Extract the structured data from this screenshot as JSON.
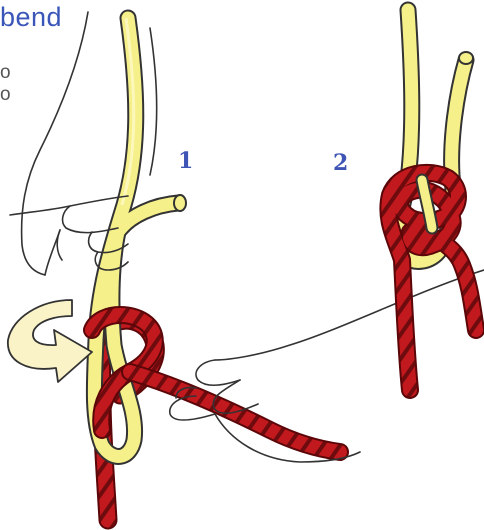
{
  "header": {
    "title_fragment": "bend",
    "line1": "o",
    "line2": "o"
  },
  "steps": {
    "step1": "1",
    "step2": "2"
  },
  "colors": {
    "title": "#3a56b8",
    "step_number": "#3f55b5",
    "yellow_rope": "#f6f08a",
    "red_rope": "#c1191d",
    "arrow_fill": "#fbf3c8",
    "outline": "#333333"
  },
  "icons": {
    "hand_upper": "hand-icon",
    "hand_lower": "hand-icon",
    "rotate_arrow": "curved-arrow-icon"
  }
}
